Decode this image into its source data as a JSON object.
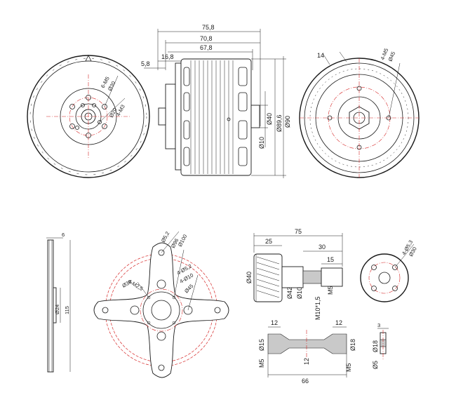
{
  "top_side": {
    "d_75_8": "75,8",
    "d_70_8": "70,8",
    "d_67_8": "67,8",
    "d_16_8": "16,8",
    "d_5_8": "5,8",
    "d_phi40": "Ø40",
    "d_phi10": "Ø10",
    "d_phi89_6": "Ø89,6",
    "d_phi90": "Ø90"
  },
  "top_left": {
    "d_6m5": "6-M5",
    "d_phi30": "Ø30",
    "d_phi20": "Ø20",
    "d_4m3": "4-M3"
  },
  "top_right": {
    "d_14": "14",
    "d_4m5": "4-M5",
    "d_phi45": "Ø45"
  },
  "bottom_plate_side": {
    "d_6": "6",
    "d_phi24": "Ø24",
    "d_115": "115"
  },
  "bottom_mount": {
    "d_phi5_2": "Ø5,2",
    "d_phi96": "Ø96",
    "d_phi100": "Ø100",
    "d_4phi5_2": "4-Ø5,2",
    "d_4phi10": "4-Ø10",
    "d_4m2_5": "4-M2,5",
    "d_phi30": "Ø30",
    "d_phi45": "Ø45"
  },
  "bottom_prop": {
    "d_75": "75",
    "d_25": "25",
    "d_30": "30",
    "d_15": "15",
    "d_phi40": "Ø40",
    "d_phi42": "Ø42",
    "d_phi10": "Ø10",
    "d_m10": "M10*1,5",
    "d_m5": "M5"
  },
  "bottom_washer": {
    "d_4phi5_3": "4-Ø5,3",
    "d_phi30": "Ø30"
  },
  "bottom_shaft": {
    "d_12a": "12",
    "d_12b": "12",
    "d_phi15": "Ø15",
    "d_phi18": "Ø18",
    "d_m5a": "M5",
    "d_m5b": "M5",
    "d_12c": "12",
    "d_66": "66"
  },
  "bottom_nut": {
    "d_3": "3",
    "d_phi18": "Ø18",
    "d_phi5": "Ø5"
  }
}
